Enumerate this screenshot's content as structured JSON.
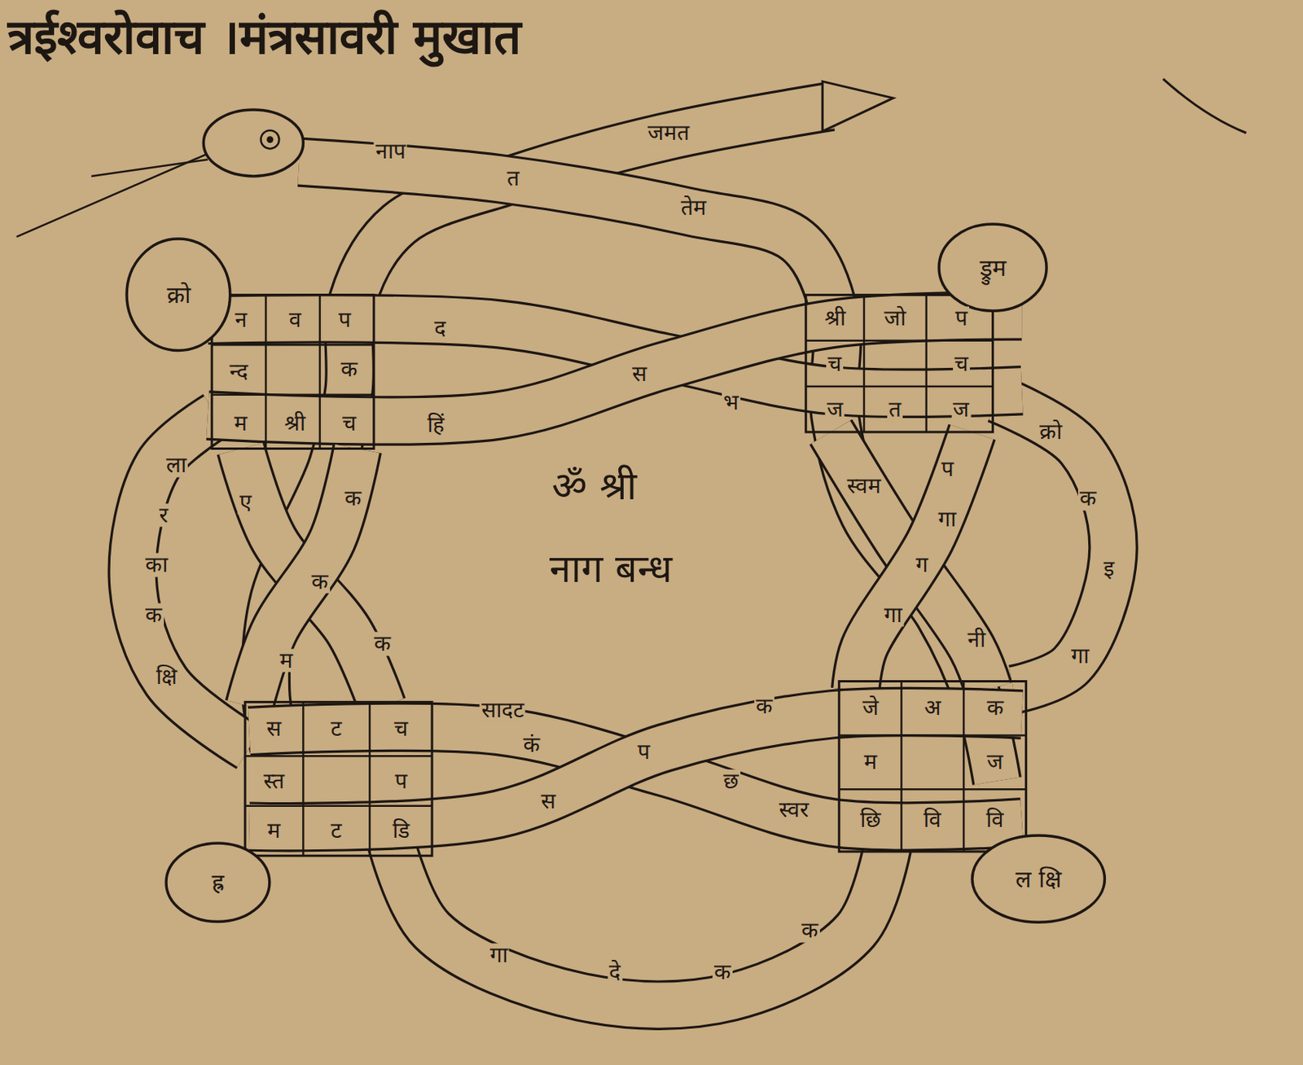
{
  "diagram": {
    "title": "त्रईश्वरोवाच ।मंत्रसावरी मुखात",
    "nodes": [
      {
        "text": [
          "क्रो"
        ]
      },
      {
        "text": [
          "ड्रुम"
        ]
      },
      {
        "text": [
          "ह्र"
        ]
      },
      {
        "text": [
          "ल क्षि"
        ]
      }
    ],
    "labels": [
      "नाप",
      "त",
      "जमत",
      "तेम",
      "न",
      "व",
      "प",
      "द",
      "न्द",
      "क",
      "म",
      "श्री",
      "च",
      "हिं",
      "स",
      "भ",
      "श्री",
      "जो",
      "प",
      "च",
      "च",
      "ज",
      "त",
      "ज",
      "क्रो",
      "क",
      "इ",
      "गा",
      "स्वम",
      "प",
      "गा",
      "ग",
      "गा",
      "नी",
      "ला",
      "र",
      "का",
      "क",
      "क्षि",
      "ए",
      "क",
      "क",
      "म",
      "क",
      "स",
      "ट",
      "च",
      "स्त",
      "प",
      "म",
      "ट",
      "डि",
      "सादट",
      "कं",
      "स",
      "प",
      "क",
      "छ",
      "स्वर",
      "जे",
      "अ",
      "क",
      "म",
      "ज",
      "छि",
      "वि",
      "वि",
      "गा",
      "दे",
      "क",
      "क",
      "ॐ श्री",
      "नाग बन्ध"
    ]
  }
}
